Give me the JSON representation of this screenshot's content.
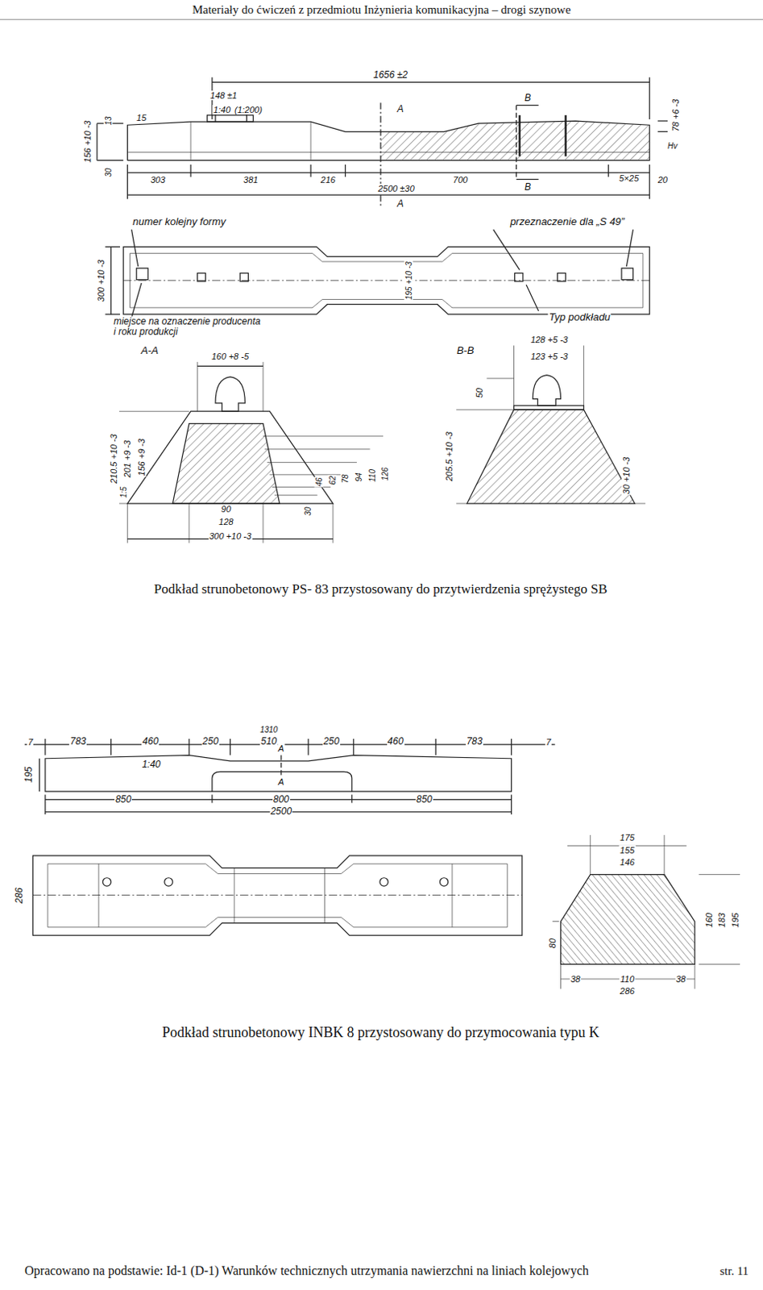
{
  "diagram": {
    "title": "Materiały do ćwiczeń z przedmiotu Inżynieria komunikacyjna – drogi szynowe",
    "labels": [
      "1656 ±2",
      "148 ±1",
      "1:40",
      "(1:200)",
      "15",
      "13",
      "156 +10 -3",
      "30",
      "303",
      "381",
      "216",
      "700",
      "2500 ±30",
      "A",
      "A",
      "B",
      "B",
      "78 +6 -3",
      "Hv",
      "5×25",
      "20",
      "numer kolejny formy",
      "przeznaczenie dla „S 49”",
      "300 +10 -3",
      "195 +10 -3",
      "miejsce na oznaczenie producenta i roku produkcji",
      "Typ podkładu",
      "A-A",
      "160 +8 -5",
      "210.5 +10 -3",
      "201 +9 -3",
      "156 +9 -3",
      "1:5",
      "46",
      "62",
      "78",
      "94",
      "110",
      "126",
      "30",
      "90",
      "128",
      "300 +10 -3",
      "B-B",
      "128 +5 -3",
      "123 +5 -3",
      "50",
      "205.5 +10 -3",
      "30 +10 -3",
      "Podkład strunobetonowy PS- 83 przystosowany do przytwierdzenia sprężystego SB",
      "7",
      "783",
      "460",
      "250",
      "1310",
      "510",
      "250",
      "460",
      "783",
      "7",
      "1:40",
      "A",
      "195",
      "A",
      "850",
      "800",
      "850",
      "2500",
      "286",
      "175",
      "155",
      "146",
      "80",
      "160",
      "183",
      "195",
      "38",
      "110",
      "38",
      "286",
      "Podkład strunobetonowy INBK 8 przystosowany do przymocowania typu K",
      "Opracowano na podstawie: Id-1 (D-1) Warunków technicznych utrzymania nawierzchni na liniach kolejowych",
      "str. 11"
    ]
  }
}
